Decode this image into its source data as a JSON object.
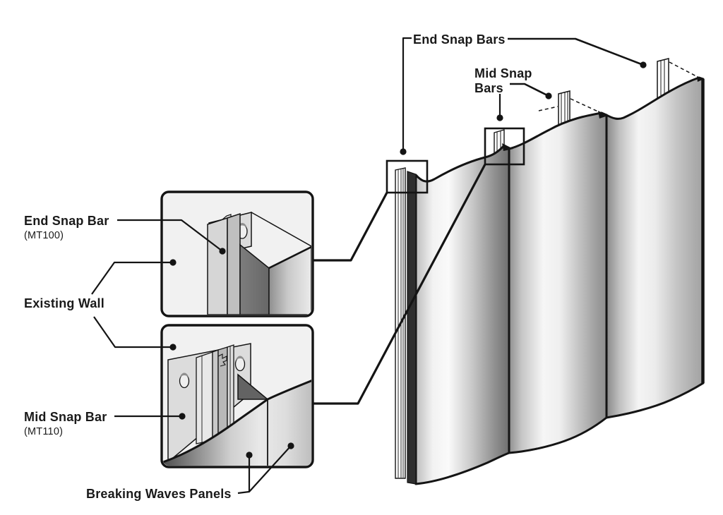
{
  "diagram": {
    "labels": {
      "end_snap_bars": "End Snap Bars",
      "mid_snap_line1": "Mid Snap",
      "mid_snap_line2": "Bars",
      "end_snap_bar": "End Snap Bar",
      "end_snap_bar_part": "(MT100)",
      "existing_wall": "Existing Wall",
      "mid_snap_bar": "Mid Snap Bar",
      "mid_snap_bar_part": "(MT110)",
      "breaking_waves_panels": "Breaking Waves Panels"
    },
    "colors": {
      "ink": "#141414",
      "detail_box_bg": "#f1f1f1",
      "plate_gray": "#dcdcdc",
      "panel_light": "#f5f5f5",
      "panel_dark": "#7a7a7a",
      "wall_edge_dark": "#2e2e2e"
    }
  }
}
